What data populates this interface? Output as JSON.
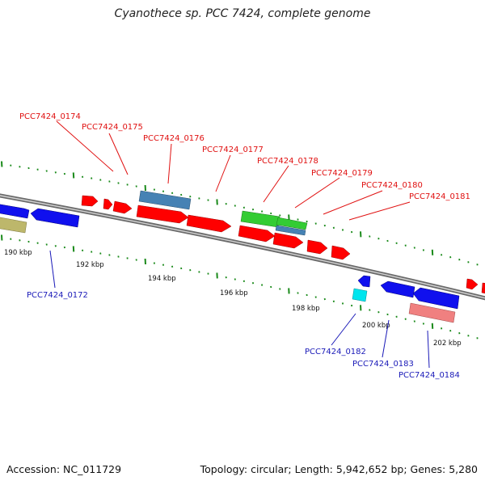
{
  "title": "Cyanothece sp. PCC 7424, complete genome",
  "footer": {
    "accession": "Accession: NC_011729",
    "info": "Topology: circular; Length: 5,942,652 bp; Genes: 5,280"
  },
  "colors": {
    "forward_label": "#e01010",
    "reverse_label": "#1a1ab8",
    "forward_gene": "#ff0000",
    "reverse_gene": "#1010ee",
    "steelblue_gene": "#4682b4",
    "green_gene": "#33cc33",
    "cyan_gene": "#00e5ee",
    "pink_gene": "#f08080",
    "khaki_gene": "#bdb76b",
    "tick": "#1a8a1a"
  },
  "kbp_labels": [
    "190 kbp",
    "192 kbp",
    "194 kbp",
    "196 kbp",
    "198 kbp",
    "200 kbp",
    "202 kbp"
  ],
  "forward_labels": [
    "PCC7424_0174",
    "PCC7424_0175",
    "PCC7424_0176",
    "PCC7424_0177",
    "PCC7424_0178",
    "PCC7424_0179",
    "PCC7424_0180",
    "PCC7424_0181"
  ],
  "reverse_labels": [
    "PCC7424_0172",
    "PCC7424_0182",
    "PCC7424_0183",
    "PCC7424_0184"
  ]
}
